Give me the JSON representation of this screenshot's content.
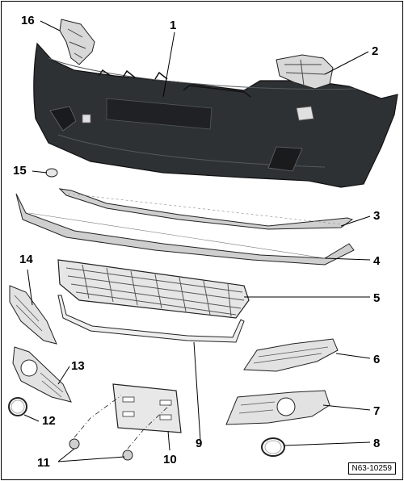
{
  "reference_code": "N63-10259",
  "callouts": [
    {
      "id": "16",
      "label": "16"
    },
    {
      "id": "1",
      "label": "1"
    },
    {
      "id": "2",
      "label": "2"
    },
    {
      "id": "15",
      "label": "15"
    },
    {
      "id": "3",
      "label": "3"
    },
    {
      "id": "4",
      "label": "4"
    },
    {
      "id": "14",
      "label": "14"
    },
    {
      "id": "5",
      "label": "5"
    },
    {
      "id": "6",
      "label": "6"
    },
    {
      "id": "13",
      "label": "13"
    },
    {
      "id": "7",
      "label": "7"
    },
    {
      "id": "12",
      "label": "12"
    },
    {
      "id": "9",
      "label": "9"
    },
    {
      "id": "8",
      "label": "8"
    },
    {
      "id": "10",
      "label": "10"
    },
    {
      "id": "11",
      "label": "11"
    }
  ]
}
